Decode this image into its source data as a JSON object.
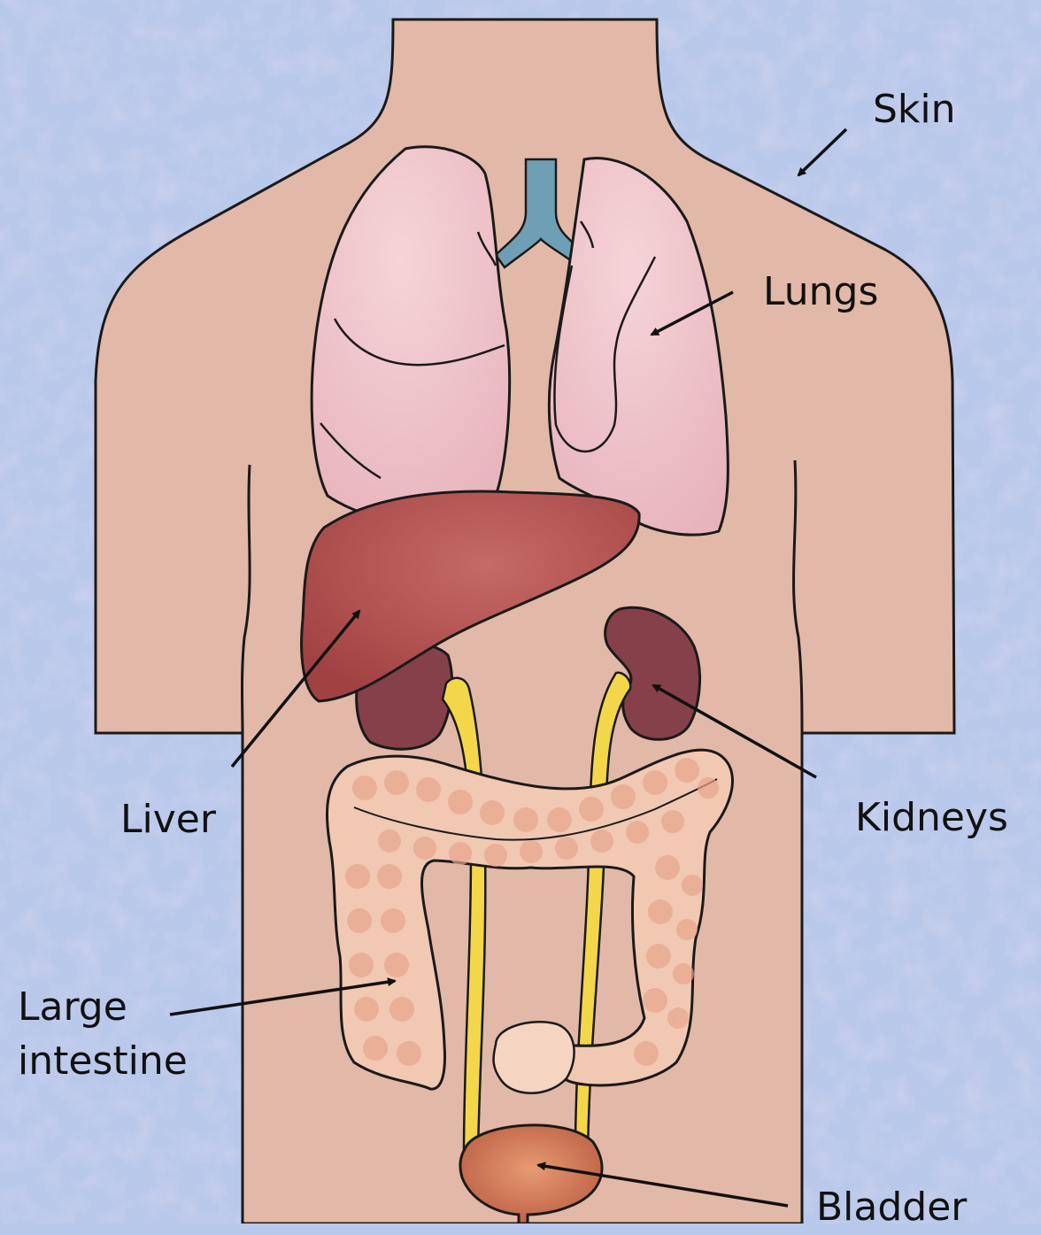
{
  "labels": {
    "skin": "Skin",
    "lungs": "Lungs",
    "liver": "Liver",
    "kidneys": "Kidneys",
    "large_intestine_line1": "Large",
    "large_intestine_line2": "intestine",
    "bladder": "Bladder"
  },
  "colors": {
    "background": "#b8c8ea",
    "skin": "#e2b8a8",
    "lungs": "#ecc0c6",
    "trachea": "#6e9fb4",
    "liver": "#ad4a4a",
    "kidneys": "#86404a",
    "ureters": "#f3d64a",
    "large_intestine": "#f1c8b2",
    "bladder": "#c2684a",
    "outline": "#1a1a1a"
  }
}
